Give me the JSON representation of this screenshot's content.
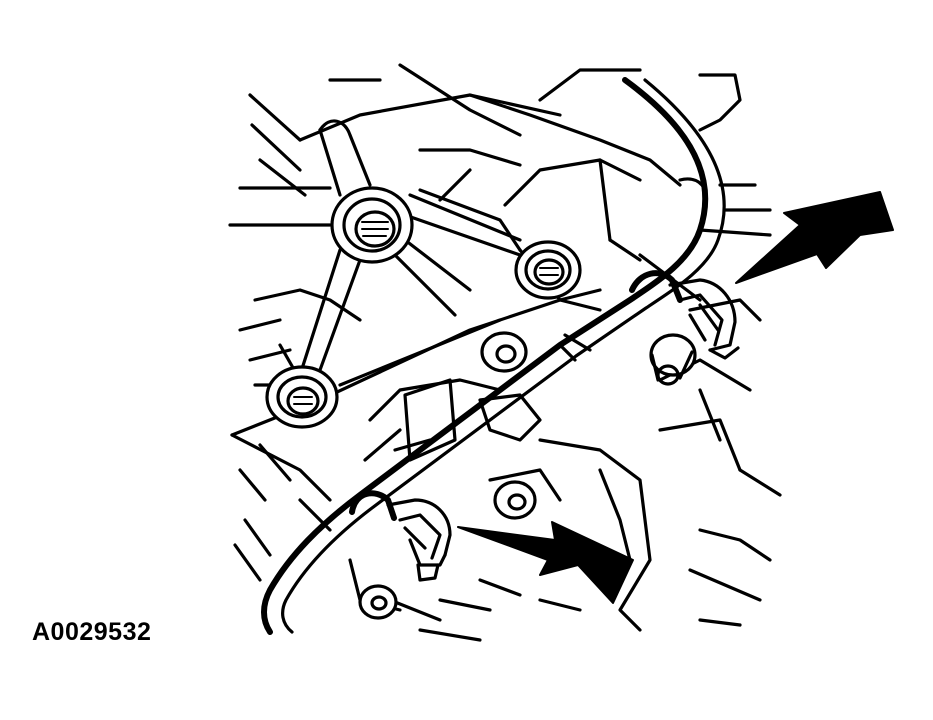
{
  "figure": {
    "reference_id": "A0029532",
    "callouts": [
      {
        "name": "upper-arrow",
        "points_to": "upper-connector-clip"
      },
      {
        "name": "lower-arrow",
        "points_to": "lower-connector-clip"
      }
    ],
    "colors": {
      "ink": "#000000",
      "paper": "#ffffff"
    }
  }
}
